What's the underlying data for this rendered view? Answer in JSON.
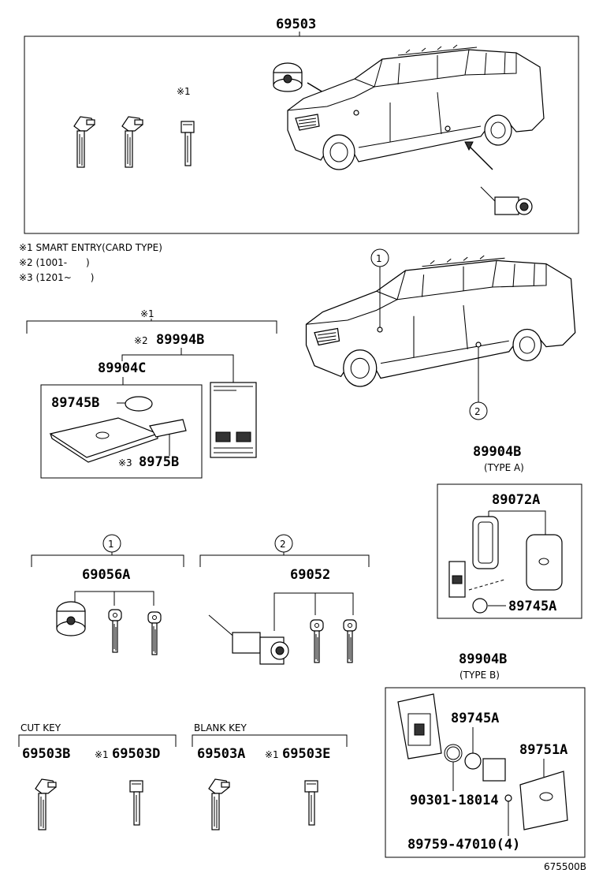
{
  "labels": {
    "top_assembly": "69503",
    "note_marker_1": "※1",
    "notes": [
      "※1 SMART ENTRY(CARD TYPE)",
      "※2 (1001-　　)",
      "※3 (1201~　　)"
    ],
    "callout_1": "1",
    "callout_2": "2",
    "card_group_marker": "※1",
    "card_kit_marker": "※2",
    "card_kit": "89994B",
    "card_set": "89904C",
    "card_battery": "89745B",
    "card_sub_marker": "※3",
    "card_sub": "8975B",
    "group_1_callout": "1",
    "group_1_part": "69056A",
    "group_2_callout": "2",
    "group_2_part": "69052",
    "type_a_part": "89904B",
    "type_a_label": "(TYPE A)",
    "type_a_case": "89072A",
    "type_a_battery": "89745A",
    "type_b_part": "89904B",
    "type_b_label": "(TYPE B)",
    "type_b_battery": "89745A",
    "type_b_cover": "89751A",
    "type_b_oring": "90301-18014",
    "type_b_screw": "89759-47010(4)",
    "cut_key_title": "CUT KEY",
    "cut_key_a": "69503B",
    "cut_key_b_marker": "※1",
    "cut_key_b": "69503D",
    "blank_key_title": "BLANK KEY",
    "blank_key_a": "69503A",
    "blank_key_b_marker": "※1",
    "blank_key_b": "69503E",
    "diagram_id": "675500B"
  }
}
